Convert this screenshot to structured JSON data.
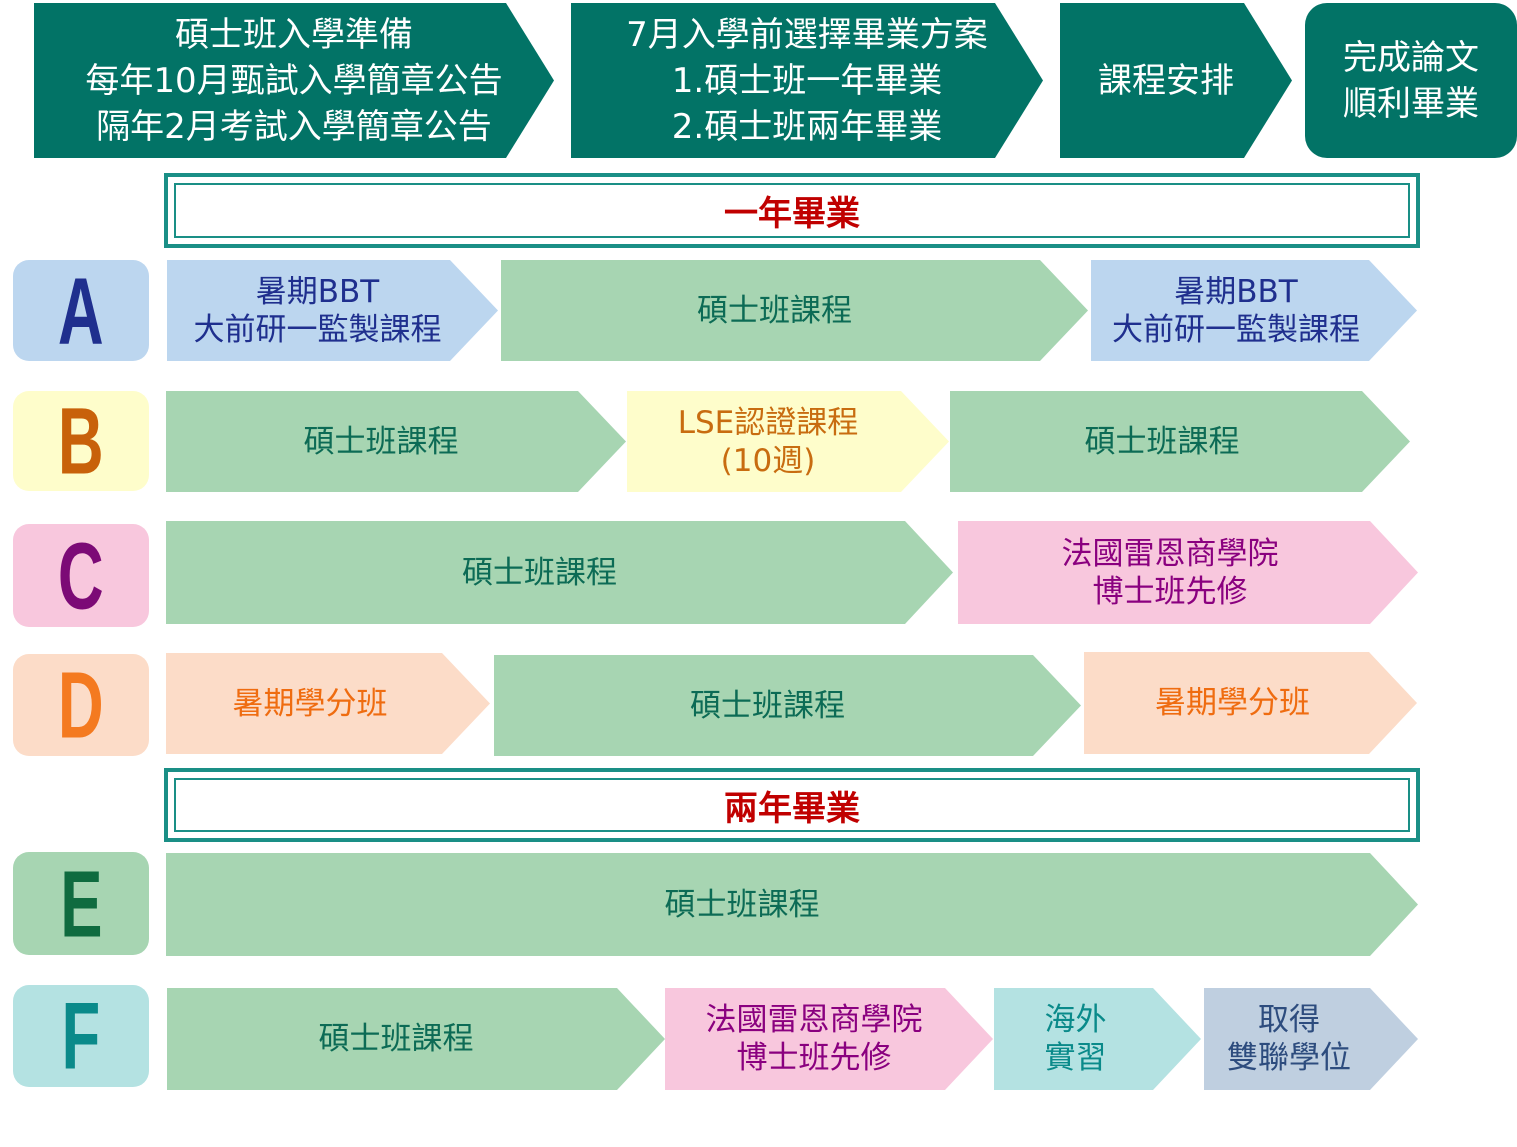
{
  "header": {
    "step1": [
      "碩士班入學準備",
      "每年10月甄試入學簡章公告",
      "隔年2月考試入學簡章公告"
    ],
    "step2": [
      "7月入學前選擇畢業方案",
      "1.碩士班一年畢業",
      "2.碩士班兩年畢業"
    ],
    "step3": [
      "課程安排"
    ],
    "step4": [
      "完成論文",
      "順利畢業"
    ]
  },
  "banners": {
    "one_year": "一年畢業",
    "two_year": "兩年畢業"
  },
  "plans": {
    "A": {
      "letter": "A",
      "letter_color": "#1f2f8e",
      "box_color": "#bcd6ef",
      "segments": [
        [
          "暑期BBT",
          "大前研一監製課程"
        ],
        [
          "碩士班課程"
        ],
        [
          "暑期BBT",
          "大前研一監製課程"
        ]
      ]
    },
    "B": {
      "letter": "B",
      "letter_color": "#c8610a",
      "box_color": "#fefdcb",
      "segments": [
        [
          "碩士班課程"
        ],
        [
          "LSE認證課程",
          "(10週)"
        ],
        [
          "碩士班課程"
        ]
      ]
    },
    "C": {
      "letter": "C",
      "letter_color": "#7c0a76",
      "box_color": "#f8c7dd",
      "segments": [
        [
          "碩士班課程"
        ],
        [
          "法國雷恩商學院",
          "博士班先修"
        ]
      ]
    },
    "D": {
      "letter": "D",
      "letter_color": "#f47a20",
      "box_color": "#fcdcc8",
      "segments": [
        [
          "暑期學分班"
        ],
        [
          "碩士班課程"
        ],
        [
          "暑期學分班"
        ]
      ]
    },
    "E": {
      "letter": "E",
      "letter_color": "#0f6b3f",
      "box_color": "#a7d5b2",
      "segments": [
        [
          "碩士班課程"
        ]
      ]
    },
    "F": {
      "letter": "F",
      "letter_color": "#0a8a8a",
      "box_color": "#b4e2e2",
      "segments": [
        [
          "碩士班課程"
        ],
        [
          "法國雷恩商學院",
          "博士班先修"
        ],
        [
          "海外",
          "實習"
        ],
        [
          "取得",
          "雙聯學位"
        ]
      ]
    }
  },
  "colors": {
    "header_bg": "#027366",
    "banner_border": "#1a8f86",
    "banner_text": "#c00000"
  }
}
